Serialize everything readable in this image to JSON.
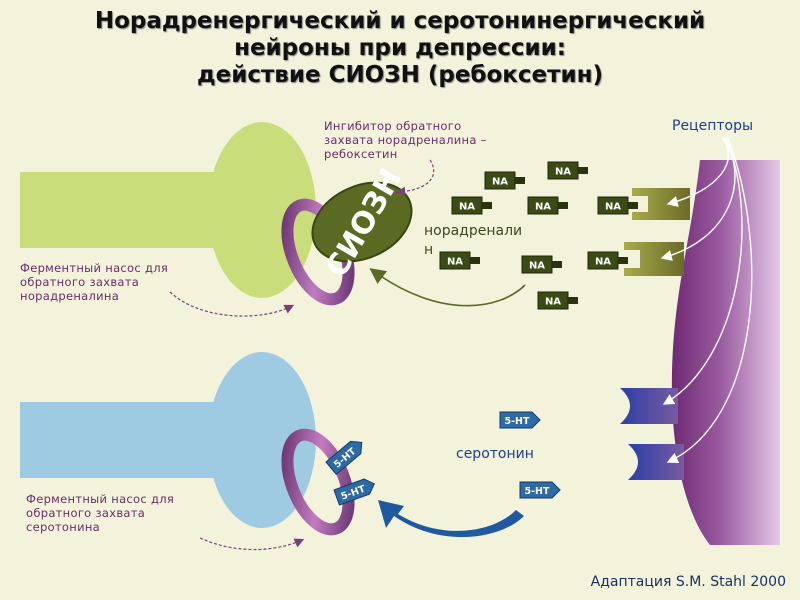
{
  "title": {
    "line1": "Норадренергический и серотонинергический",
    "line2": "нейроны при депрессии:",
    "line3": "действие СИОЗН (ребоксетин)"
  },
  "annotations": {
    "inhibitor_line1": "Ингибитор обратного",
    "inhibitor_line2": "захвата норадреналина –",
    "inhibitor_line3": "ребоксетин",
    "receptors": "Рецепторы",
    "ne_pump_line1": "Ферментный насос для",
    "ne_pump_line2": "обратного захвата",
    "ne_pump_line3": "норадреналина",
    "norepinephrine": "норадренали\nн",
    "serotonin": "серотонин",
    "ht_pump_line1": "Ферментный насос для",
    "ht_pump_line2": "обратного захвата",
    "ht_pump_line3": "серотонина"
  },
  "drug_label": "СИОЗН",
  "na_label": "NA",
  "ht_label": "5-HT",
  "credit": "Адаптация S.M. Stahl 2000",
  "colors": {
    "background": "#f3f3dc",
    "ne_neuron": "#c9de7a",
    "ht_neuron": "#9fcbe2",
    "ring": "#8a4b8a",
    "drug": "#5b6a23",
    "na_tag": "#3c4a16",
    "ht_tag": "#2e6aa6",
    "postsynaptic": "#8a3f8c",
    "blue_arrow": "#1f5aa0"
  }
}
